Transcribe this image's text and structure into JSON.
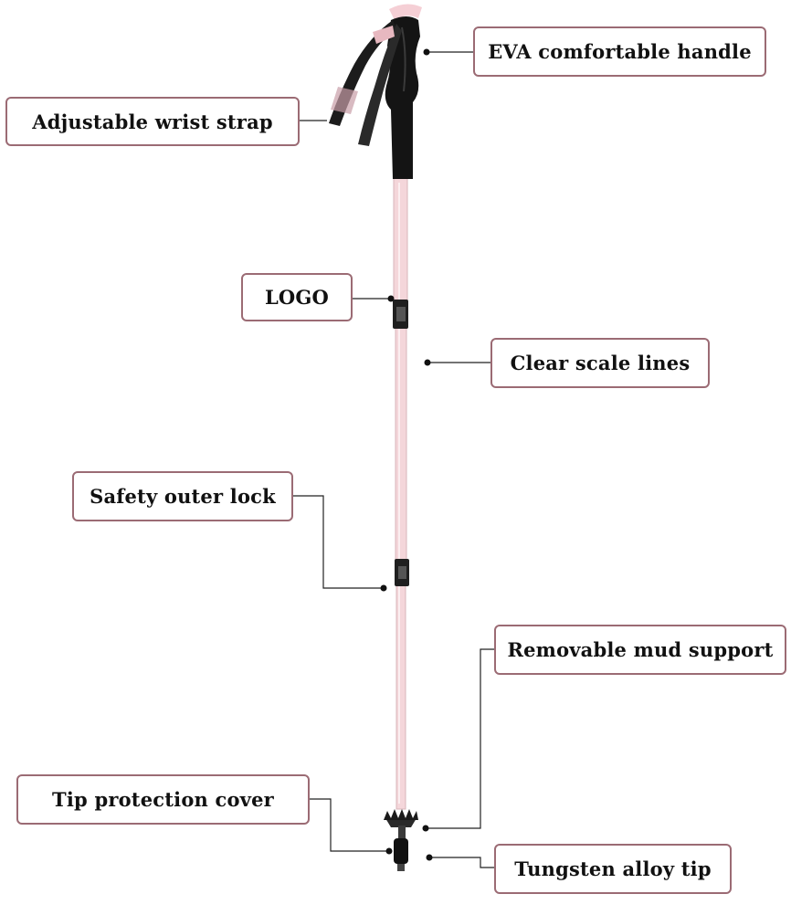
{
  "colors": {
    "label_border": "#9b6b74",
    "pole_pink": "#f2d3d7",
    "handle_black": "#151515",
    "leader_line": "#222222"
  },
  "labels": {
    "eva_handle": "EVA comfortable handle",
    "wrist_strap": "Adjustable wrist strap",
    "logo": "LOGO",
    "scale_lines": "Clear scale lines",
    "outer_lock": "Safety outer lock",
    "mud_support": "Removable mud support",
    "tip_cover": "Tip protection cover",
    "tungsten_tip": "Tungsten alloy tip"
  }
}
